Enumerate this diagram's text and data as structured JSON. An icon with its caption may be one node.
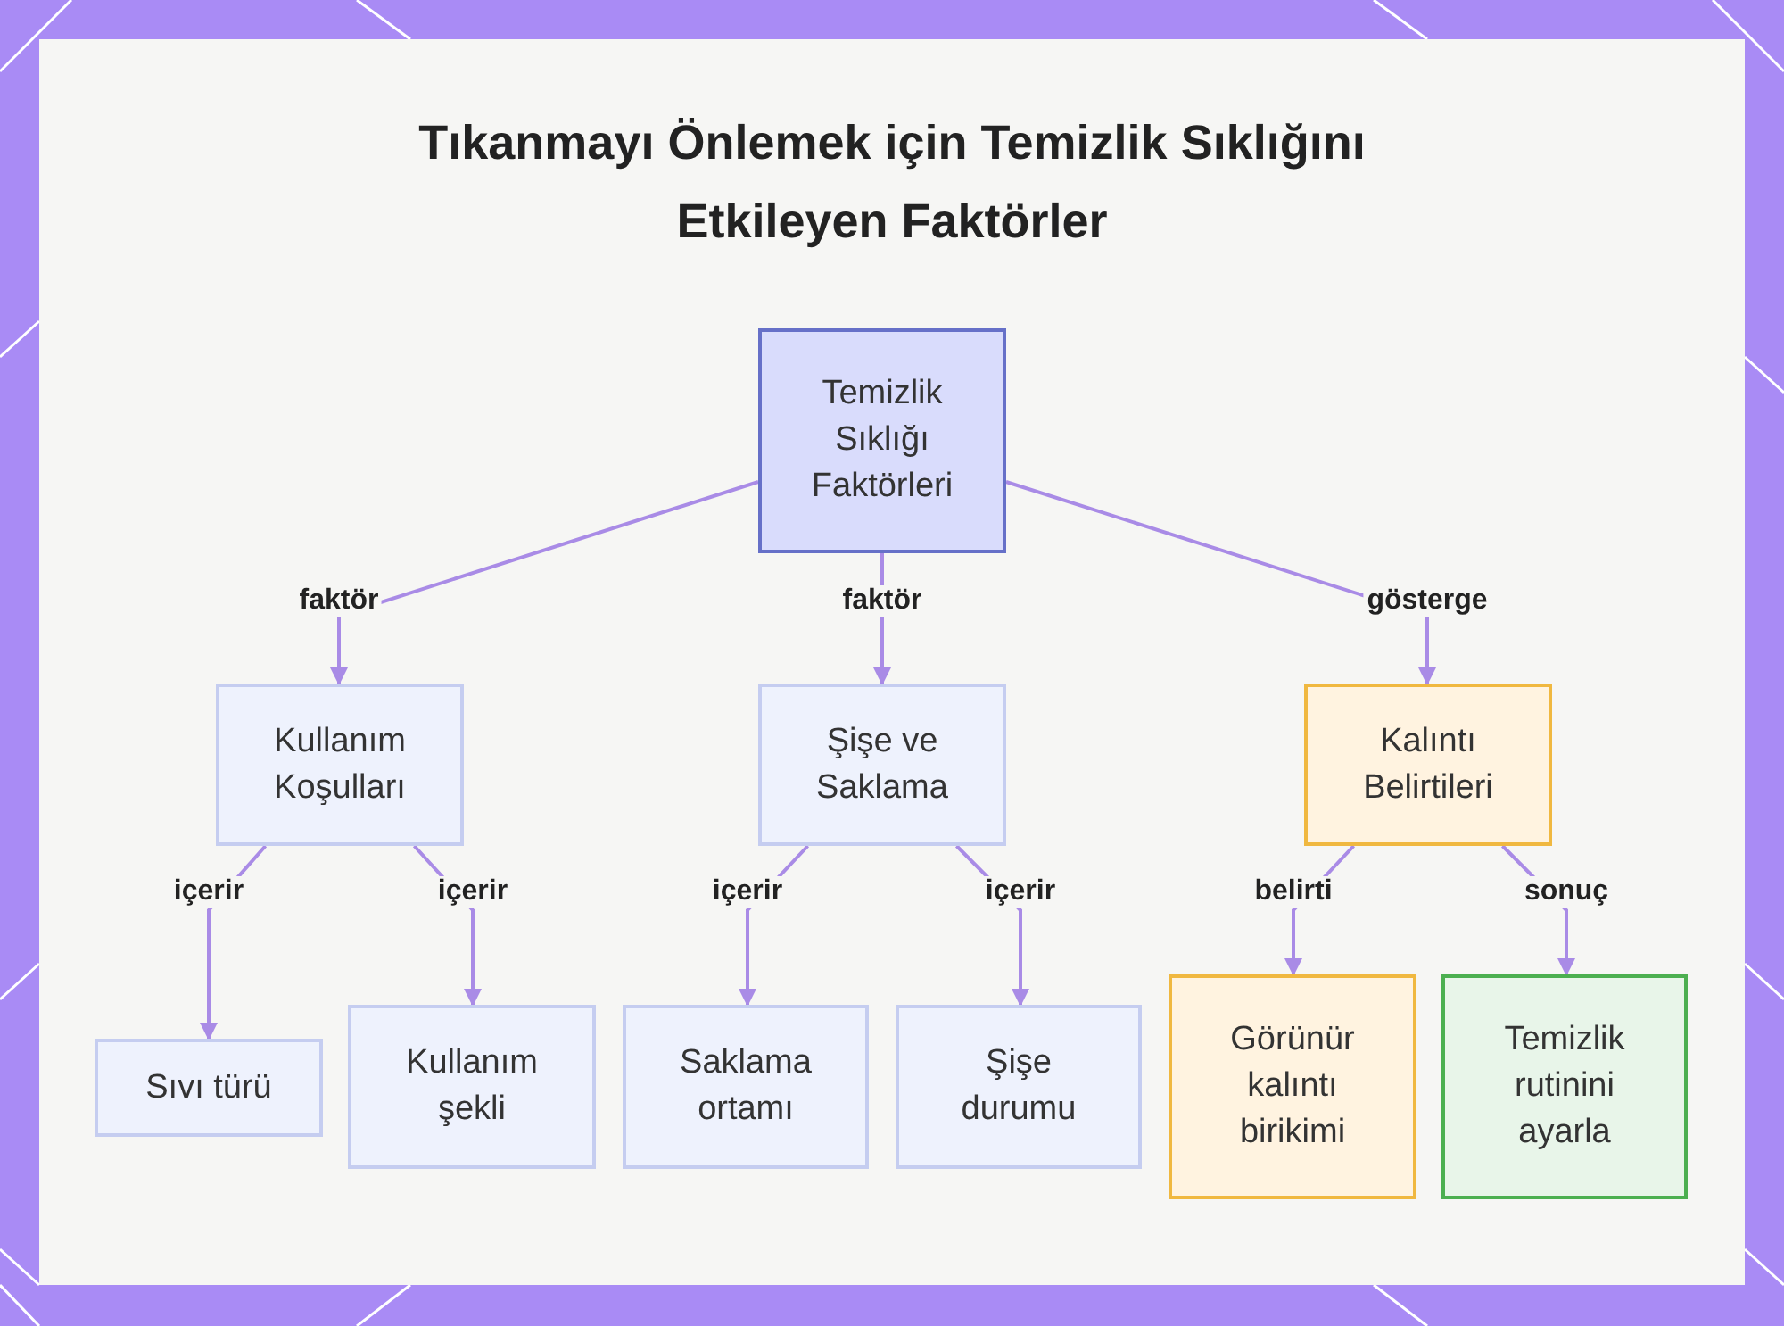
{
  "diagram": {
    "title": "Tıkanmayı Önlemek için Temizlik Sıklığını Etkileyen Faktörler",
    "nodes": [
      {
        "text": [
          "Temizlik Sıklığı Faktörleri"
        ]
      },
      {
        "text": [
          "Kullanım Koşulları"
        ]
      },
      {
        "text": [
          "Şişe ve Saklama"
        ]
      },
      {
        "text": [
          "Kalıntı Belirtileri"
        ]
      },
      {
        "text": [
          "Sıvı türü"
        ]
      },
      {
        "text": [
          "Kullanım şekli"
        ]
      },
      {
        "text": [
          "Saklama ortamı"
        ]
      },
      {
        "text": [
          "Şişe durumu"
        ]
      },
      {
        "text": [
          "Görünür kalıntı birikimi"
        ]
      },
      {
        "text": [
          "Temizlik rutinini ayarla"
        ]
      }
    ],
    "edges": [
      {
        "from": 0,
        "to": 1,
        "arrow": "to",
        "label": "faktör"
      },
      {
        "from": 0,
        "to": 2,
        "arrow": "to",
        "label": "faktör"
      },
      {
        "from": 0,
        "to": 3,
        "arrow": "to",
        "label": "gösterge"
      },
      {
        "from": 1,
        "to": 4,
        "arrow": "to",
        "label": "içerir"
      },
      {
        "from": 1,
        "to": 5,
        "arrow": "to",
        "label": "içerir"
      },
      {
        "from": 2,
        "to": 6,
        "arrow": "to",
        "label": "içerir"
      },
      {
        "from": 2,
        "to": 7,
        "arrow": "to",
        "label": "içerir"
      },
      {
        "from": 3,
        "to": 8,
        "arrow": "to",
        "label": "belirti"
      },
      {
        "from": 3,
        "to": 9,
        "arrow": "to",
        "label": "sonuç"
      }
    ]
  }
}
